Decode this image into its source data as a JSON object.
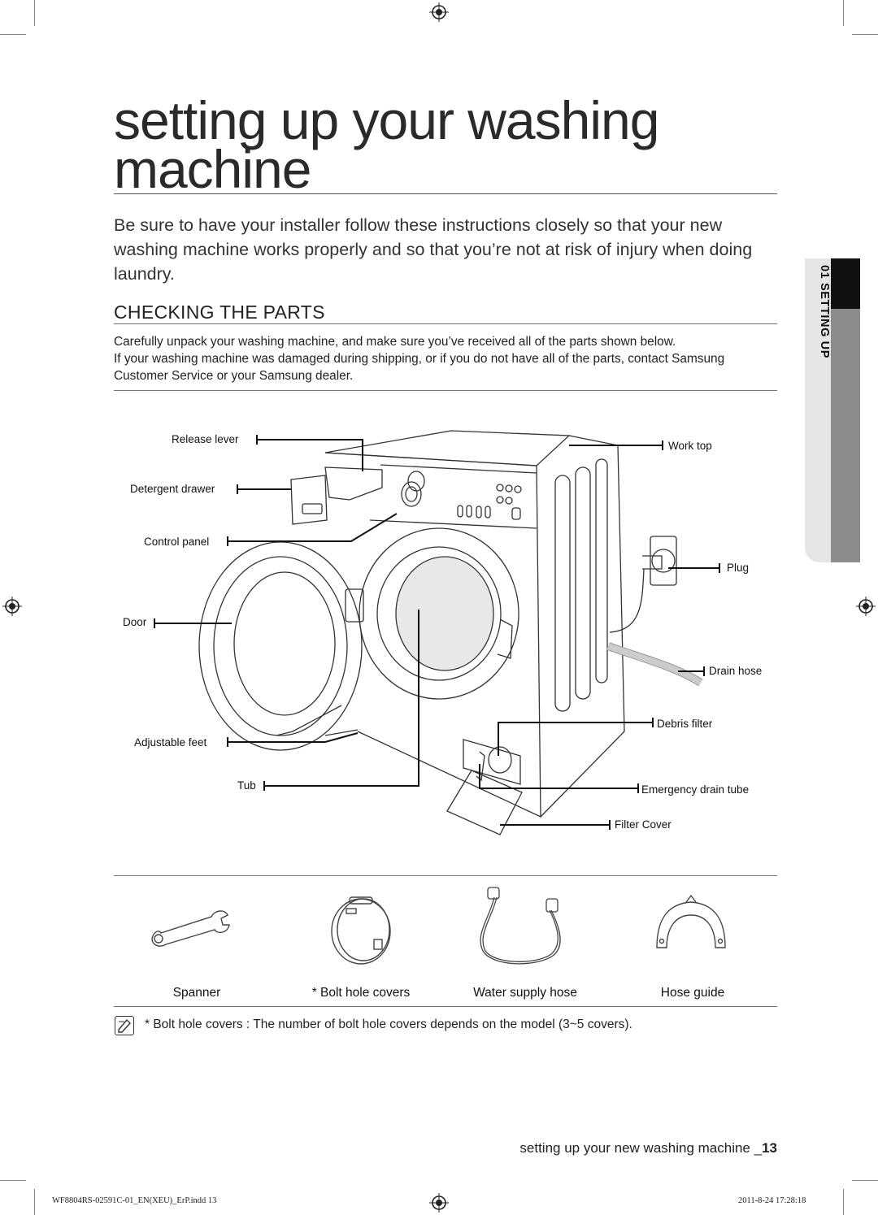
{
  "page": {
    "title": "setting up your washing machine",
    "intro": "Be sure to have your installer follow these instructions closely so that your new washing machine works properly and so that you’re not at risk of injury when doing laundry.",
    "section_title": "CHECKING THE PARTS",
    "section_body_line1": "Carefully unpack your washing machine, and make sure you’ve received all of the parts shown below.",
    "section_body_line2": "If your washing machine was damaged during shipping, or if you do not have all of the parts, contact Samsung Customer Service or your Samsung dealer.",
    "side_tab": "01 SETTING UP"
  },
  "diagram_labels": {
    "release_lever": "Release lever",
    "detergent_drawer": "Detergent drawer",
    "control_panel": "Control panel",
    "door": "Door",
    "adjustable_feet": "Adjustable feet",
    "tub": "Tub",
    "work_top": "Work top",
    "plug": "Plug",
    "drain_hose": "Drain hose",
    "debris_filter": "Debris filter",
    "emergency_drain_tube": "Emergency drain tube",
    "filter_cover": "Filter Cover"
  },
  "parts": [
    {
      "name": "Spanner",
      "icon": "spanner-icon"
    },
    {
      "name": "* Bolt hole covers",
      "icon": "bolt-hole-cover-icon"
    },
    {
      "name": "Water supply hose",
      "icon": "water-supply-hose-icon"
    },
    {
      "name": "Hose guide",
      "icon": "hose-guide-icon"
    }
  ],
  "note": {
    "icon": "note-icon",
    "term": "* Bolt hole covers",
    "text": " : The number of bolt hole covers depends on the model (3~5 covers)."
  },
  "footer": {
    "text": "setting up your new washing machine _",
    "page_number": "13"
  },
  "imprint": {
    "file": "WF8804RS-02591C-01_EN(XEU)_ErP.indd   13",
    "timestamp": "2011-8-24   17:28:18"
  }
}
